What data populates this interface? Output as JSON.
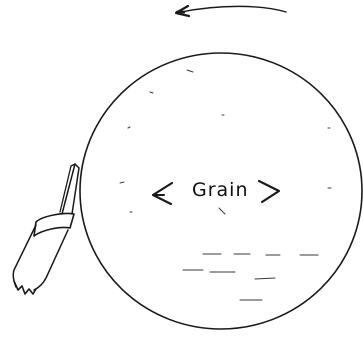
{
  "diagram": {
    "center_label": "Grain",
    "center_label_arrows": {
      "left": "<",
      "right": ">"
    },
    "rotation_arrow": "counterclockwise",
    "elements": [
      "rotation-arrow",
      "workpiece-disc",
      "cutting-tool",
      "grain-label"
    ],
    "ink_color": "#1a1a1a",
    "background_color": "#ffffff"
  }
}
